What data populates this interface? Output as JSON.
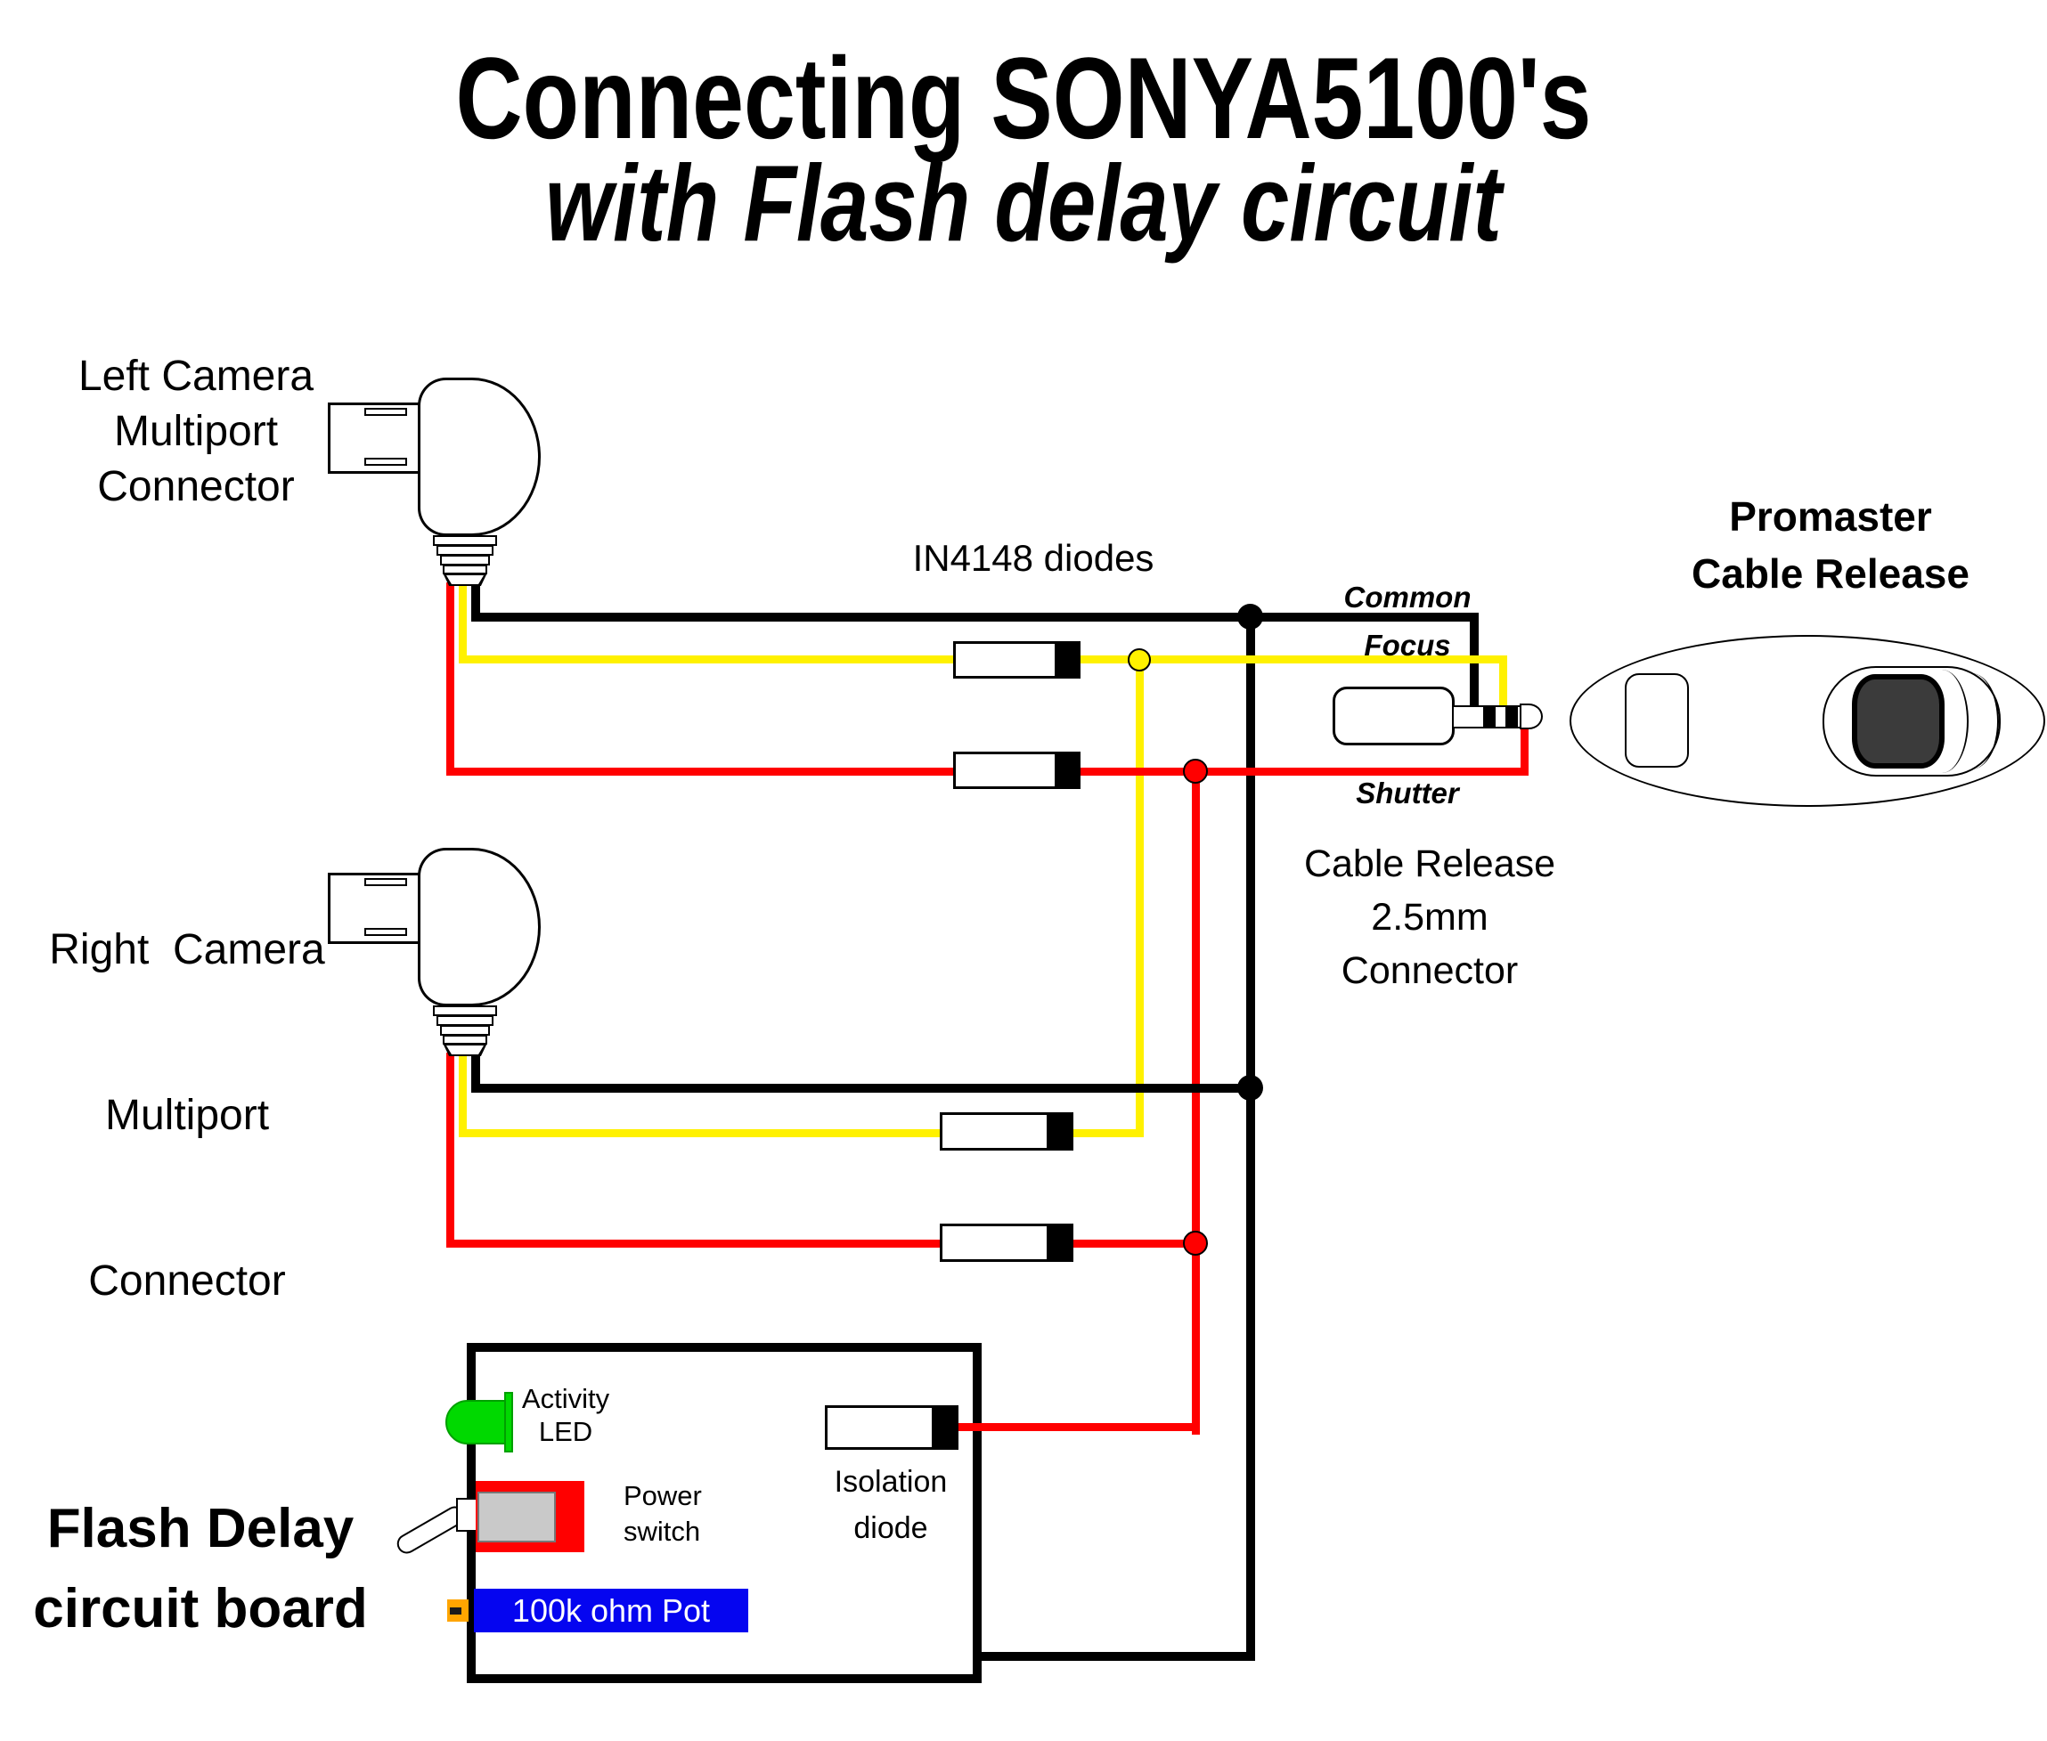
{
  "title": {
    "line1": "Connecting SONYA5100's",
    "line2": "with Flash delay circuit"
  },
  "left_camera_label": {
    "lines": [
      "Left Camera",
      "Multiport",
      "Connector"
    ]
  },
  "right_camera_label": {
    "lines": [
      "Right  Camera",
      "Multiport",
      "Connector"
    ]
  },
  "diodes_label": "IN4148 diodes",
  "promaster_label": {
    "line1": "Promaster",
    "line2": "Cable Release"
  },
  "plug_pin_labels": {
    "common": "Common",
    "focus": "Focus",
    "shutter": "Shutter"
  },
  "cable_release_label": {
    "lines": [
      "Cable Release",
      "2.5mm",
      "Connector"
    ]
  },
  "flash_delay_label": {
    "line1": "Flash Delay",
    "line2": "circuit board"
  },
  "board_labels": {
    "activity_led": {
      "line1": "Activity",
      "line2": "LED"
    },
    "power_switch": {
      "line1": "Power",
      "line2": "switch"
    },
    "pot": "100k ohm Pot",
    "isolation_diode": {
      "line1": "Isolation",
      "line2": "diode"
    }
  },
  "colors": {
    "wire_common": "#000000",
    "wire_focus": "#FFF100",
    "wire_shutter": "#FF0000",
    "diode_band": "#000000",
    "led_green": "#00D900",
    "switch_red": "#FF0000",
    "switch_gray": "#C9C9C9",
    "pot_blue": "#0505F0",
    "tab_orange": "#FFA500",
    "button_dark": "#3B3B3B"
  }
}
